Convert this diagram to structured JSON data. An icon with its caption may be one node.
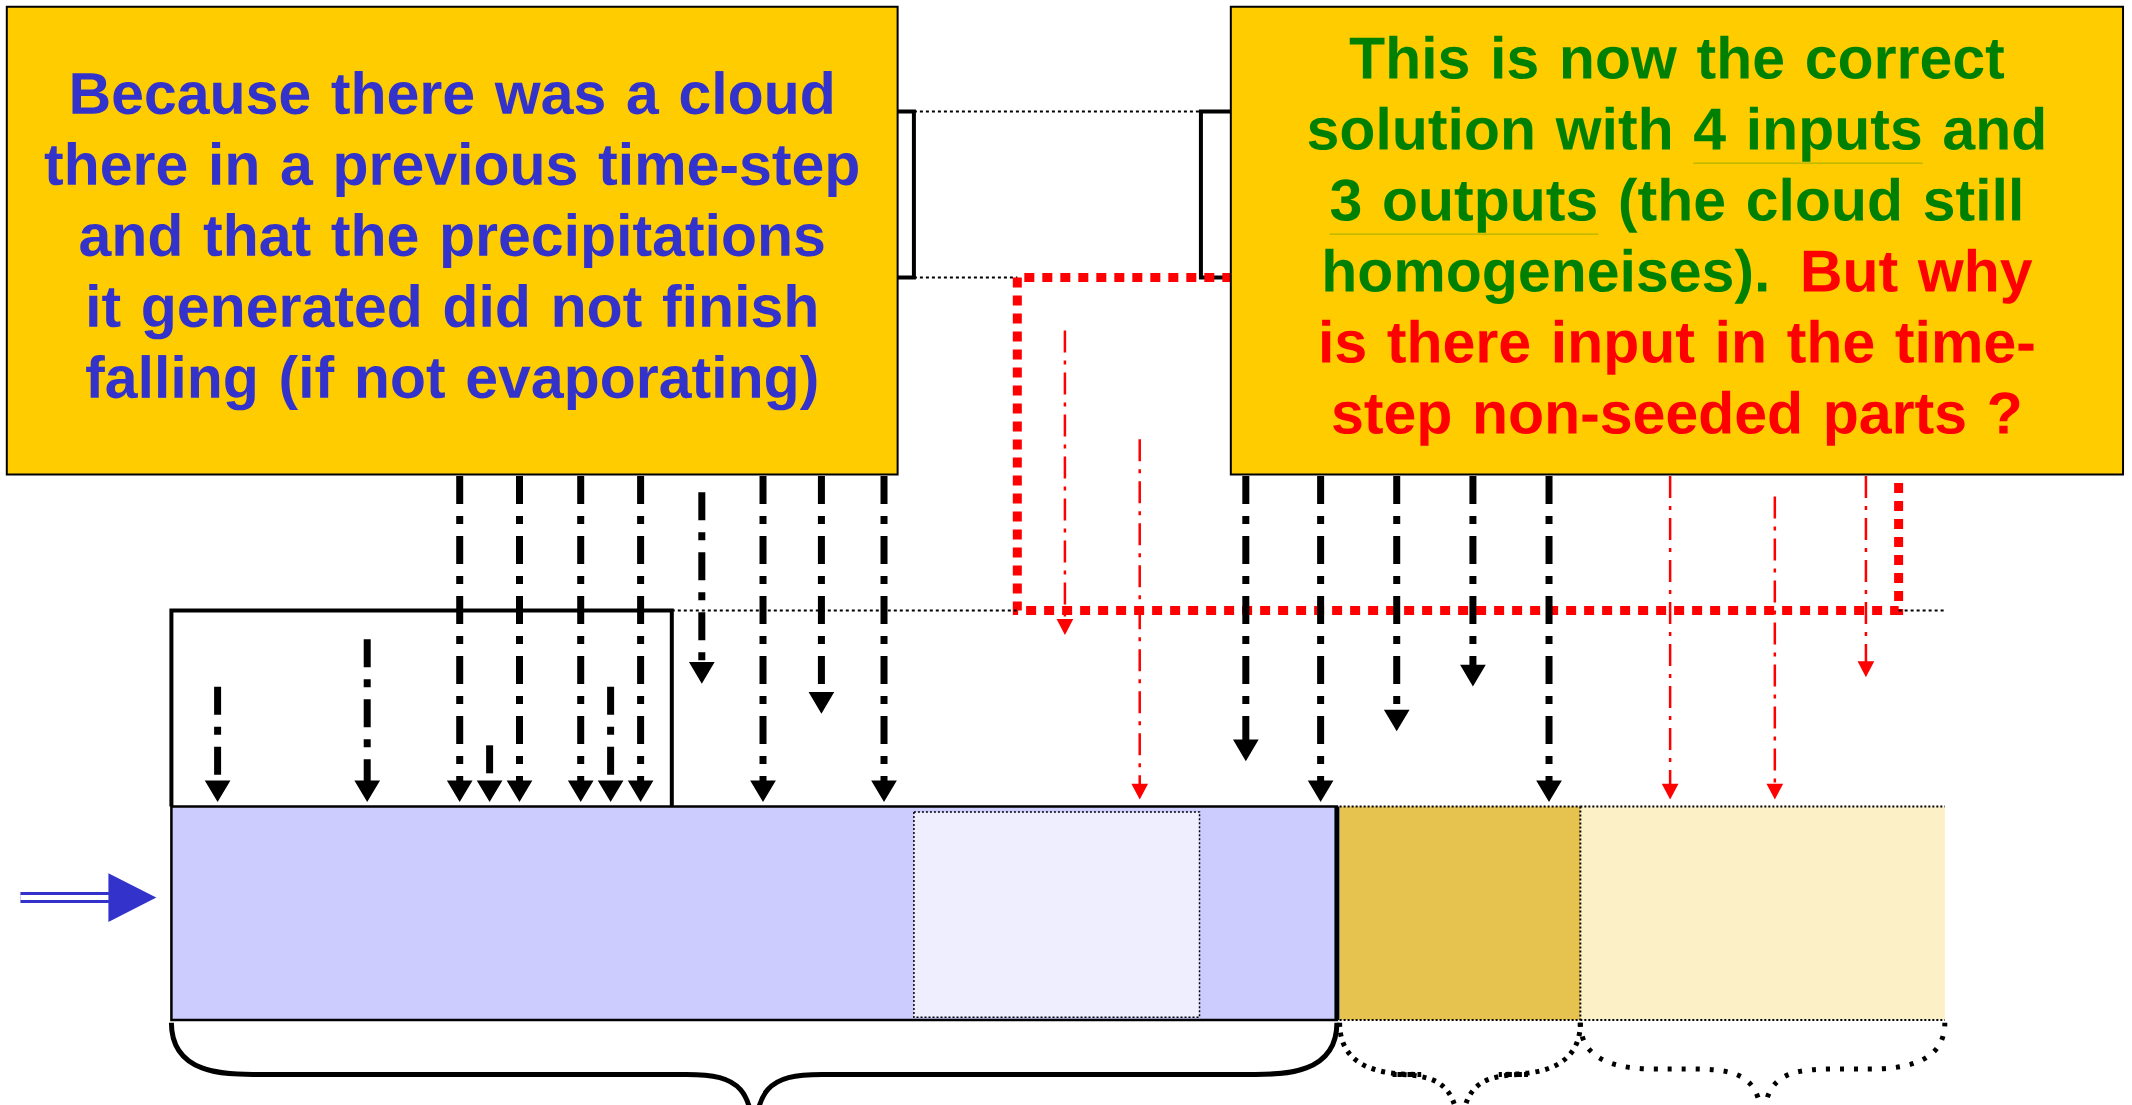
{
  "diagram": {
    "nodes": [
      {
        "text": [
          "Because there was a cloud there in a previous time-step and that the precipitations it generated did not finish falling (if not evaporating)"
        ]
      },
      {
        "text": [
          "This is now the correct solution with",
          "4 inputs",
          "and",
          "3 outputs",
          "(the cloud still homogeneises).",
          "But why is there input in the time-step non-seeded parts ?"
        ]
      }
    ]
  }
}
